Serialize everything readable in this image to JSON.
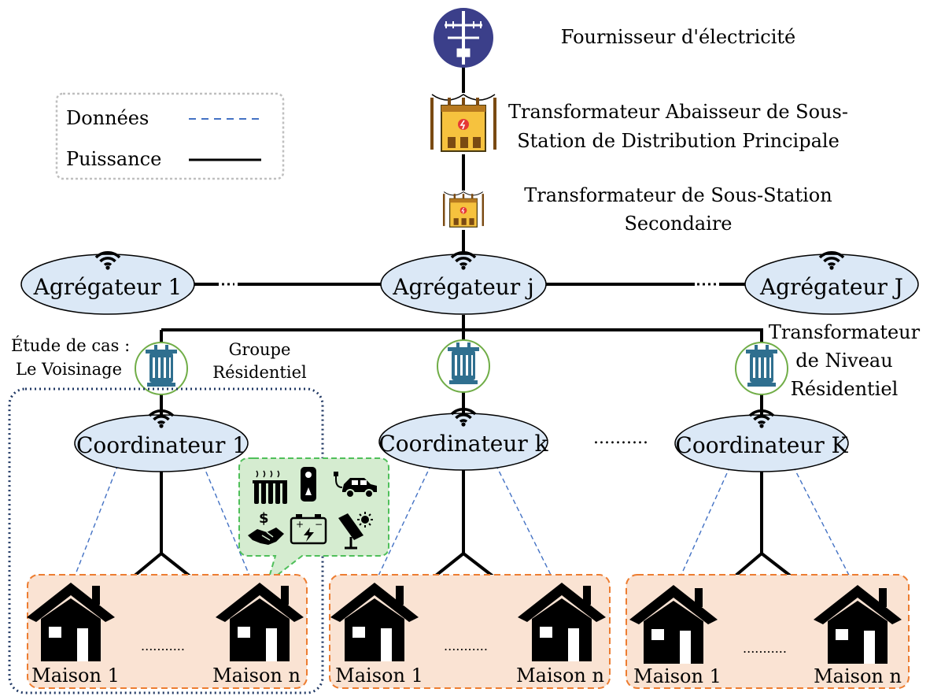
{
  "supplier": {
    "label": "Fournisseur d'électricité",
    "icon": "power-pole-icon"
  },
  "main_substation": {
    "line1": "Transformateur Abaisseur de Sous-",
    "line2": "Station de Distribution Principale",
    "icon": "substation-transformer-icon"
  },
  "secondary_substation": {
    "line1": "Transformateur de Sous-Station",
    "line2": "Secondaire",
    "icon": "substation-transformer-icon"
  },
  "legend": {
    "data_label": "Données",
    "power_label": "Puissance",
    "data_color": "#4472c4",
    "power_color": "#000000"
  },
  "aggregators": [
    "Agrégateur 1",
    "Agrégateur j",
    "Agrégateur J"
  ],
  "residential_transformer": {
    "line1": "Transformateur",
    "line2": "de Niveau",
    "line3": "Résidentiel",
    "icon": "pole-transformer-icon"
  },
  "case_study": {
    "line1": "Étude de cas :",
    "line2": "Le Voisinage"
  },
  "group": {
    "line1": "Groupe",
    "line2": "Résidentiel"
  },
  "coordinators": [
    "Coordinateur 1",
    "Coordinateur k",
    "Coordinateur K"
  ],
  "ellipsis": "..........",
  "houses": {
    "first": "Maison 1",
    "last": "Maison n",
    "between": "..........."
  },
  "appliances": [
    "radiator-icon",
    "water-heater-icon",
    "electric-car-icon",
    "trade-handshake-icon",
    "battery-icon",
    "solar-panel-icon"
  ],
  "colors": {
    "ellipse_fill": "#dbe8f6",
    "house_box_fill": "#fae3d3",
    "house_box_border": "#ed7d31",
    "callout_fill": "#d5ecd0",
    "callout_border": "#4fbf5a",
    "group_border": "#203864",
    "transformer_circle": "#70ad47",
    "transformer_color": "#2f6f8f",
    "substation_fill": "#f6c23e",
    "supplier_circle": "#3b3f8a"
  }
}
